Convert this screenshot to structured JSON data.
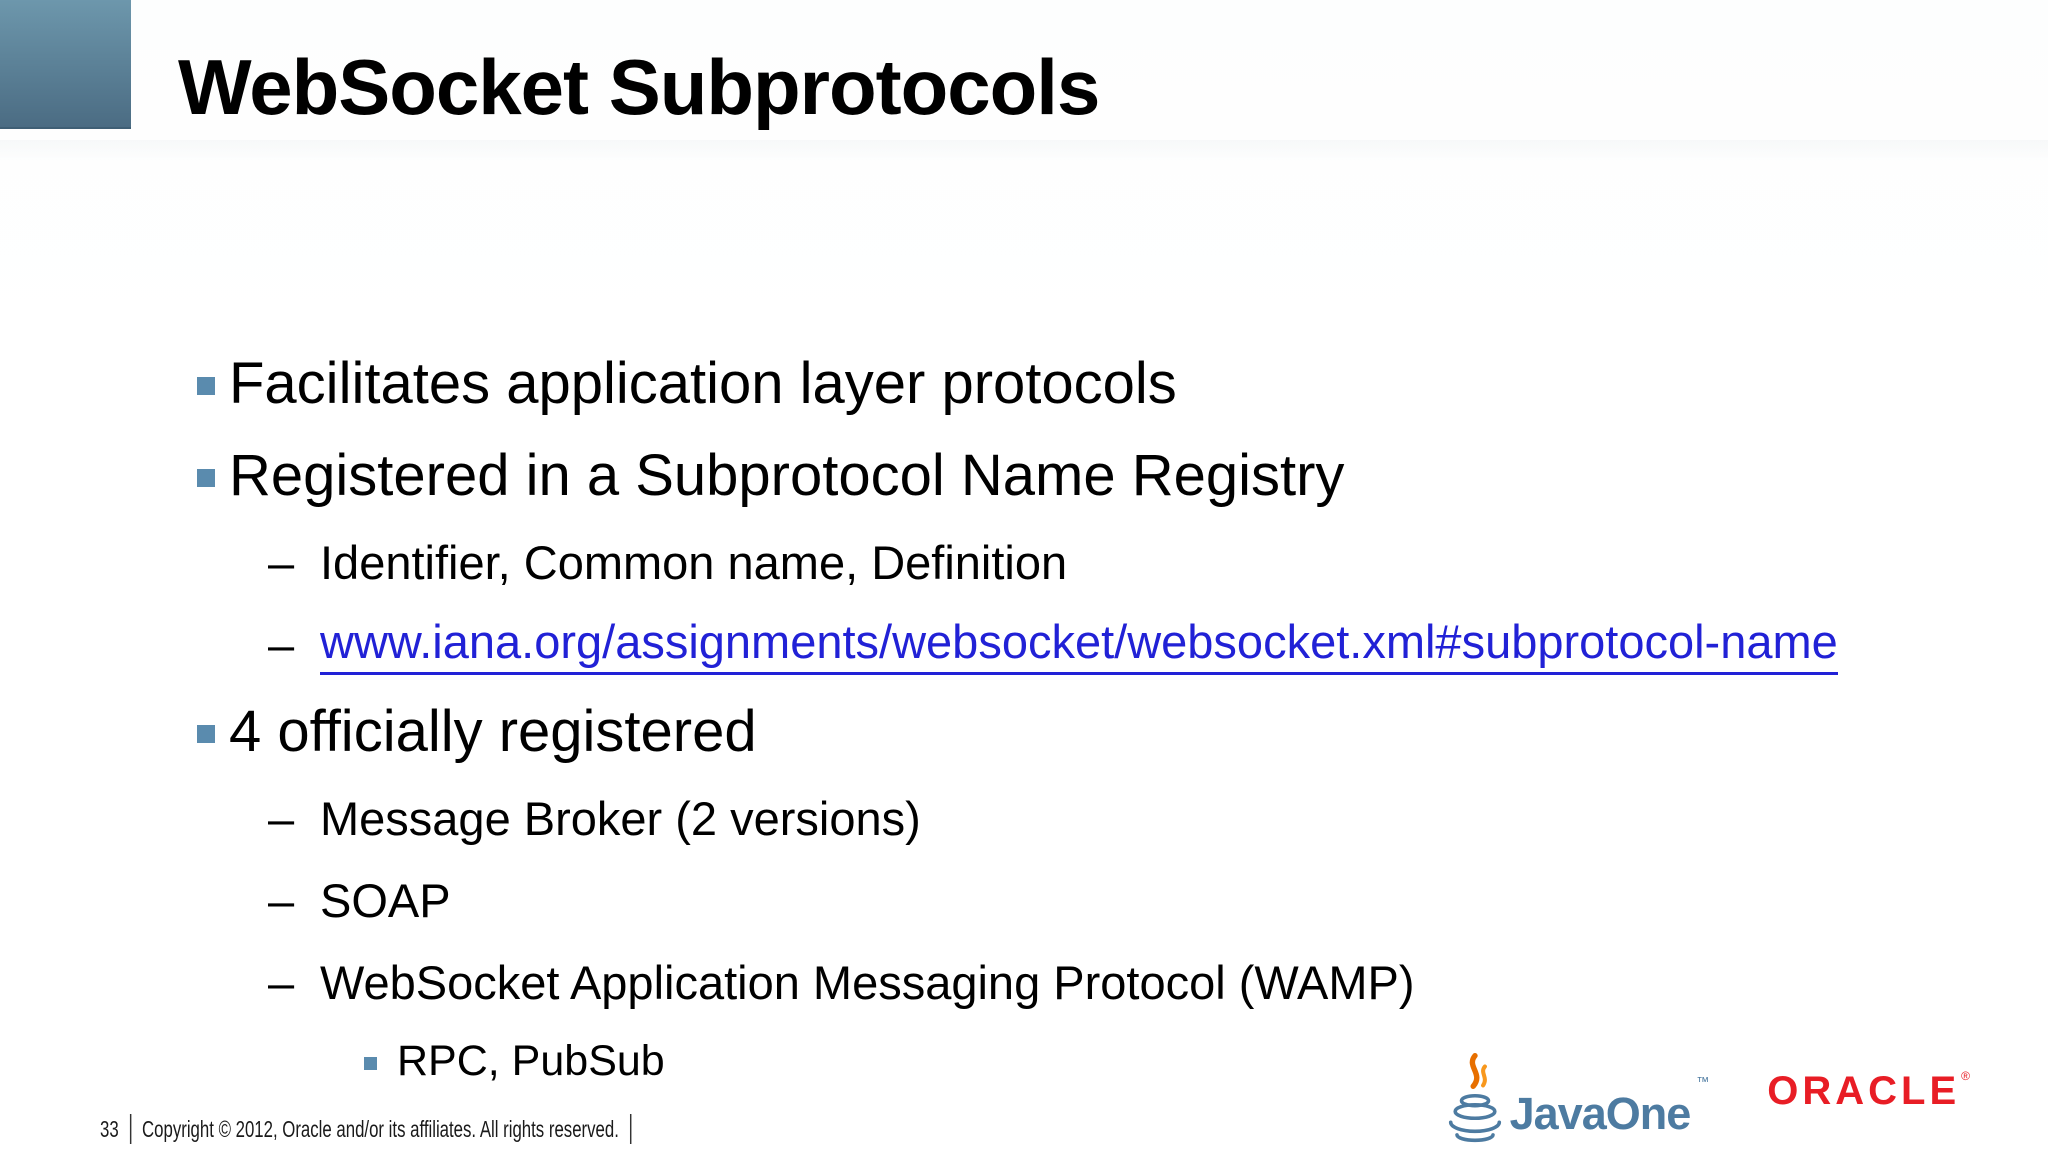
{
  "slide": {
    "title": "WebSocket Subprotocols",
    "bullets": [
      {
        "level": 1,
        "marker": "square",
        "text": "Facilitates application layer protocols"
      },
      {
        "level": 1,
        "marker": "square",
        "text": "Registered in a Subprotocol Name Registry"
      },
      {
        "level": 2,
        "marker": "dash",
        "text": "Identifier, Common name, Definition"
      },
      {
        "level": 2,
        "marker": "dash",
        "text": "www.iana.org/assignments/websocket/websocket.xml#subprotocol-name",
        "link": true
      },
      {
        "level": 1,
        "marker": "square",
        "text": "4 officially registered"
      },
      {
        "level": 2,
        "marker": "dash",
        "text": "Message Broker (2 versions)"
      },
      {
        "level": 2,
        "marker": "dash",
        "text": "SOAP"
      },
      {
        "level": 2,
        "marker": "dash",
        "text": "WebSocket Application Messaging Protocol (WAMP)"
      },
      {
        "level": 3,
        "marker": "square",
        "text": "RPC, PubSub"
      }
    ],
    "markers": {
      "dash": "–"
    },
    "footer": {
      "page_number": "33",
      "copyright": "Copyright © 2012, Oracle and/or its affiliates. All rights reserved."
    },
    "logos": {
      "javaone_text": "JavaOne",
      "javaone_trademark": "™",
      "java_cup_icon": "java-coffee-cup",
      "oracle_text": "ORACLE",
      "oracle_registered": "®"
    },
    "colors": {
      "accent_blue": "#5a8bae",
      "corner_top": "#6d97ac",
      "corner_bottom": "#4b6c83",
      "link_blue": "#2121d6",
      "javaone_blue": "#4d7ba1",
      "oracle_red": "#e81d25",
      "steam_orange": "#e76f00",
      "steam_orange_light": "#f8981d",
      "text_black": "#000000"
    }
  }
}
